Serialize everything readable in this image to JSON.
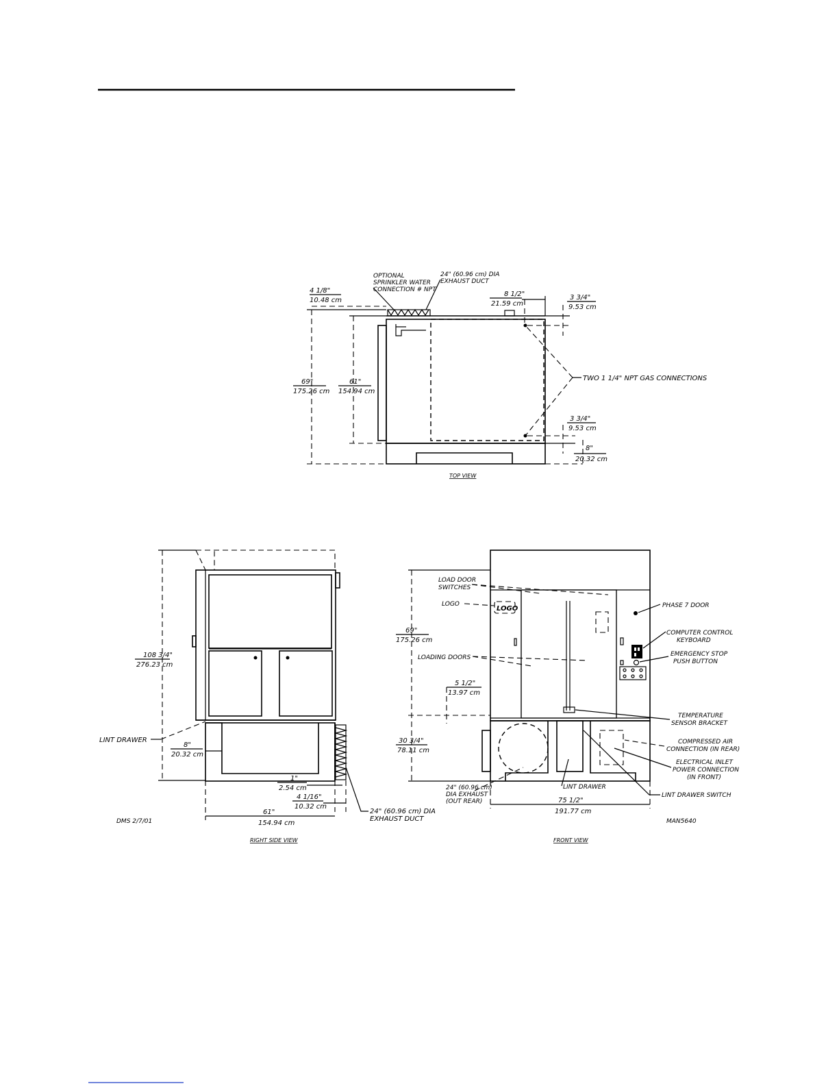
{
  "top_view": {
    "sprinkler": [
      "OPTIONAL",
      "SPRINKLER WATER",
      "CONNECTION # NPT"
    ],
    "exhaust_duct": [
      "24\" (60.96 cm) DIA",
      "EXHAUST DUCT"
    ],
    "dim_4_1_8": [
      "4 1/8\"",
      "10.48 cm"
    ],
    "dim_8_1_2": [
      "8 1/2\"",
      "21.59 cm"
    ],
    "dim_3_3_4_top": [
      "3 3/4\"",
      "9.53 cm"
    ],
    "dim_69": [
      "69\"",
      "175.26 cm"
    ],
    "dim_61": [
      "61\"",
      "154.94 cm"
    ],
    "gas_connections": "TWO 1 1/4\" NPT GAS CONNECTIONS",
    "dim_3_3_4_bottom": [
      "3 3/4\"",
      "9.53 cm"
    ],
    "dim_8": [
      "8\"",
      "20.32 cm"
    ],
    "caption": "TOP VIEW"
  },
  "side_view": {
    "dim_108": [
      "108 3/4\"",
      "276.23 cm"
    ],
    "lint_drawer": "LINT DRAWER",
    "dim_8": [
      "8\"",
      "20.32 cm"
    ],
    "dim_1": [
      "1\"",
      "2.54 cm"
    ],
    "dim_4_1_16": [
      "4 1/16\"",
      "10.32 cm"
    ],
    "dim_61": [
      "61\"",
      "154.94 cm"
    ],
    "exhaust_duct": [
      "24\" (60.96 cm) DIA",
      "EXHAUST DUCT"
    ],
    "dms": "DMS 2/7/01",
    "caption": "RIGHT SIDE VIEW"
  },
  "front_view": {
    "load_door_switches": [
      "LOAD DOOR",
      "SWITCHES"
    ],
    "logo": "LOGO",
    "logo_badge": "LOGO",
    "dim_69": [
      "69\"",
      "175.26 cm"
    ],
    "loading_doors": "LOADING DOORS",
    "dim_5_1_2": [
      "5 1/2\"",
      "13.97 cm"
    ],
    "dim_30_3_4": [
      "30 3/4\"",
      "78.11 cm"
    ],
    "exhaust": [
      "24\" (60.96 cm)",
      "DIA EXHAUST",
      "(OUT REAR)"
    ],
    "lint_drawer": "LINT DRAWER",
    "dim_75_1_2": [
      "75 1/2\"",
      "191.77 cm"
    ],
    "phase7_door": "PHASE 7 DOOR",
    "computer_control": [
      "COMPUTER CONTROL",
      "KEYBOARD"
    ],
    "emergency_stop": [
      "EMERGENCY STOP",
      "PUSH BUTTON"
    ],
    "temperature_sensor": [
      "TEMPERATURE",
      "SENSOR BRACKET"
    ],
    "compressed_air": [
      "COMPRESSED AIR",
      "CONNECTION (IN REAR)"
    ],
    "electrical_inlet": [
      "ELECTRICAL INLET",
      "POWER CONNECTION",
      "(IN FRONT)"
    ],
    "lint_drawer_switch": "LINT DRAWER SWITCH",
    "model": "MAN5640",
    "caption": "FRONT VIEW"
  }
}
